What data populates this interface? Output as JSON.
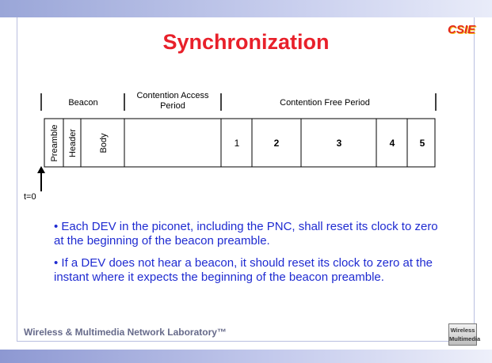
{
  "title": "Synchronization",
  "logo_text": "CSIE",
  "periods": {
    "beacon": "Beacon",
    "contention_access_line1": "Contention Access",
    "contention_access_line2": "Period",
    "contention_free": "Contention Free Period"
  },
  "cells": {
    "preamble": "Preamble",
    "header": "Header",
    "body": "Body",
    "slot1": "1",
    "slot2": "2",
    "slot3": "3",
    "slot4": "4",
    "slot5": "5"
  },
  "time_marker": "t=0",
  "bullets": [
    "• Each DEV in the piconet, including the PNC, shall reset its clock to zero at the beginning of the beacon preamble.",
    "• If a DEV does not hear a beacon, it should reset its clock to zero at the instant where it expects the beginning of the beacon preamble."
  ],
  "footer": {
    "lab": "Wireless & Multimedia Network Laboratory™",
    "logo_line1": "Wireless",
    "logo_line2": "Multimedia"
  }
}
